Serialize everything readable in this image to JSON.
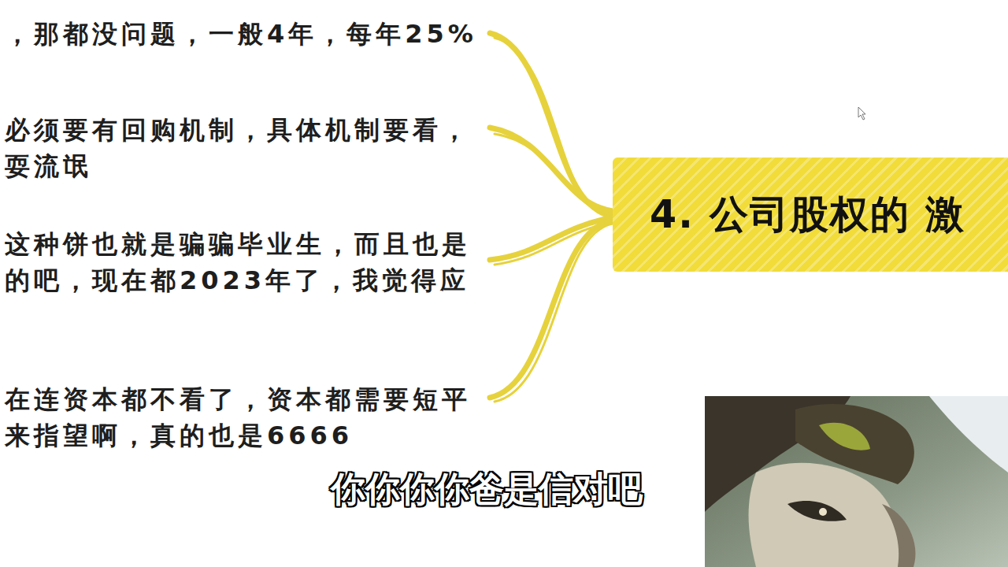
{
  "diagram": {
    "nodes": [
      {
        "text": [
          "4. 公司股权的 激"
        ]
      }
    ],
    "labels": [
      "，那都没问题，一般4年，每年25%",
      "必须要有回购机制，具体机制要看， 耍流氓",
      "这种饼也就是骗骗毕业生，而且也是 的吧，现在都2023年了，我觉得应",
      "在连资本都不看了，资本都需要短平 来指望啊，真的也是6666",
      "你你你你爸是信对吧"
    ]
  }
}
